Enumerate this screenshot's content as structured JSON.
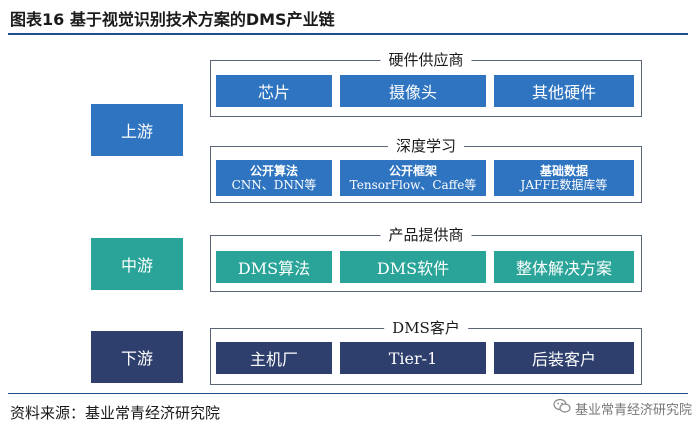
{
  "title": "图表16 基于视觉识别技术方案的DMS产业链",
  "stages": {
    "upstream": "上游",
    "midstream": "中游",
    "downstream": "下游"
  },
  "groups": {
    "hardware": {
      "label": "硬件供应商",
      "items": [
        "芯片",
        "摄像头",
        "其他硬件"
      ]
    },
    "deep_learning": {
      "label": "深度学习",
      "items": [
        {
          "title": "公开算法",
          "sub": "CNN、DNN等"
        },
        {
          "title": "公开框架",
          "sub": "TensorFlow、Caffe等"
        },
        {
          "title": "基础数据",
          "sub": "JAFFE数据库等"
        }
      ]
    },
    "product": {
      "label": "产品提供商",
      "items": [
        "DMS算法",
        "DMS软件",
        "整体解决方案"
      ]
    },
    "customers": {
      "label": "DMS客户",
      "items": [
        "主机厂",
        "Tier-1",
        "后装客户"
      ]
    }
  },
  "source": "资料来源：基业常青经济研究院",
  "watermark": "基业常青经济研究院",
  "colors": {
    "upstream": "#2f74c0",
    "midstream": "#2aa498",
    "downstream": "#2e3f6e",
    "border": "#5a6578"
  }
}
